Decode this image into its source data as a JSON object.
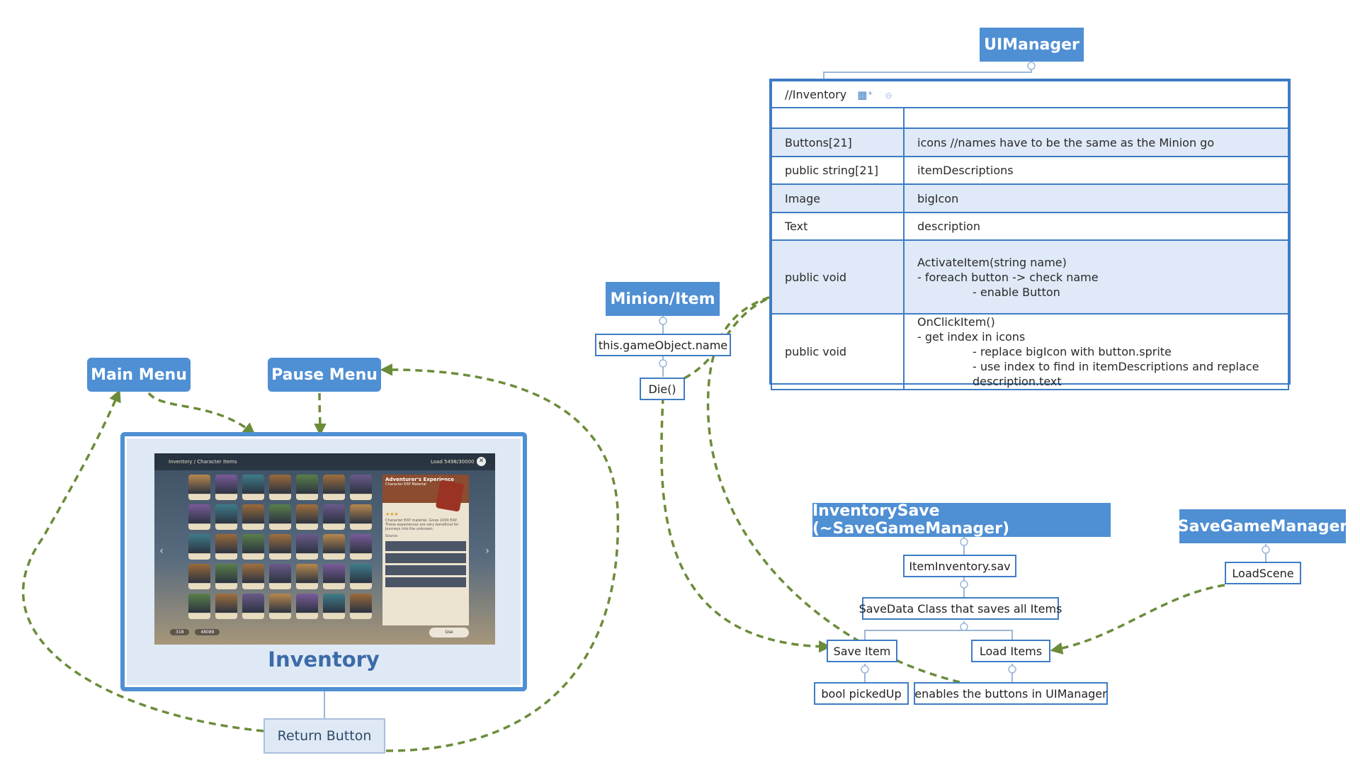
{
  "ui_manager": {
    "title": "UIManager",
    "header": "//Inventory",
    "rows": [
      {
        "key": "Buttons[21]",
        "value": "icons //names have to be the same as the Minion go"
      },
      {
        "key": "public string[21]",
        "value": "itemDescriptions"
      },
      {
        "key": "Image",
        "value": "bigIcon"
      },
      {
        "key": "Text",
        "value": "description"
      }
    ],
    "activate": {
      "key": "public void",
      "lines": [
        "ActivateItem(string name)",
        "- foreach button -> check name",
        "- enable Button"
      ]
    },
    "onclick": {
      "key": "public void",
      "lines": [
        "OnClickItem()",
        "- get index in icons",
        "- replace bigIcon with button.sprite",
        "- use index to find in itemDescriptions and replace description.text"
      ]
    }
  },
  "minion": {
    "title": "Minion/Item",
    "name_node": "this.gameObject.name",
    "die_node": "Die()"
  },
  "menus": {
    "main": "Main Menu",
    "pause": "Pause Menu"
  },
  "inventory": {
    "label": "Inventory",
    "return_button": "Return Button",
    "screenshot": {
      "breadcrumb": "Inventory / Character Items",
      "capacity_label": "Load",
      "capacity": "5498/30000",
      "detail_title": "Adventurer's Experience",
      "detail_subtitle": "Character EXP Material",
      "detail_text": "Character EXP material. Gives 1000 EXP. These experiences are very beneficial for journeys into the unknown.",
      "source_label": "Source",
      "use_button": "Use",
      "currency_1": "318",
      "currency_2": "48089"
    }
  },
  "inventory_save": {
    "title": "InventorySave (~SaveGameManager)",
    "file": "ItemInventory.sav",
    "savedata": "SaveData Class that saves all Items",
    "save_item": "Save Item",
    "load_items": "Load Items",
    "bool": "bool pickedUp",
    "enables": "enables the buttons in UIManager"
  },
  "save_game_manager": {
    "title": "SaveGameManager",
    "load_scene": "LoadScene"
  },
  "colors": {
    "topic": "#4f8fd3",
    "border": "#3e7cc4",
    "highlight": "#dfe9f7",
    "arrow": "#6b8c3a"
  }
}
